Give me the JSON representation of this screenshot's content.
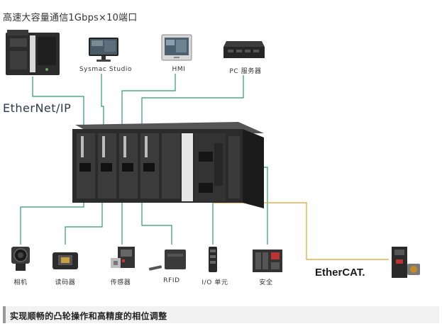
{
  "title": "高速大容量通信1Gbps×10端口",
  "network_labels": {
    "ethernetip": "EtherNet/IP",
    "ethercat": "EtherCAT."
  },
  "top_devices": [
    {
      "label": "",
      "icon": "controller-icon"
    },
    {
      "label": "Sysmac Studio",
      "icon": "monitor-icon"
    },
    {
      "label": "HMI",
      "icon": "hmi-panel-icon"
    },
    {
      "label": "PC 服务器",
      "icon": "pc-server-icon"
    }
  ],
  "bottom_devices": [
    {
      "label": "相机",
      "icon": "camera-icon"
    },
    {
      "label": "读码器",
      "icon": "code-reader-icon"
    },
    {
      "label": "传感器",
      "icon": "sensor-icon"
    },
    {
      "label": "RFID",
      "icon": "rfid-icon"
    },
    {
      "label": "I/O 单元",
      "icon": "io-unit-icon"
    },
    {
      "label": "安全",
      "icon": "safety-unit-icon"
    }
  ],
  "servo": {
    "label": "",
    "icon": "servo-drive-icon"
  },
  "footer": {
    "heading": "实现顺畅的凸轮操作和高精度的相位调整"
  },
  "colors": {
    "ethernet_line": "#2e9a6e",
    "ethercat_line": "#e0a030"
  }
}
